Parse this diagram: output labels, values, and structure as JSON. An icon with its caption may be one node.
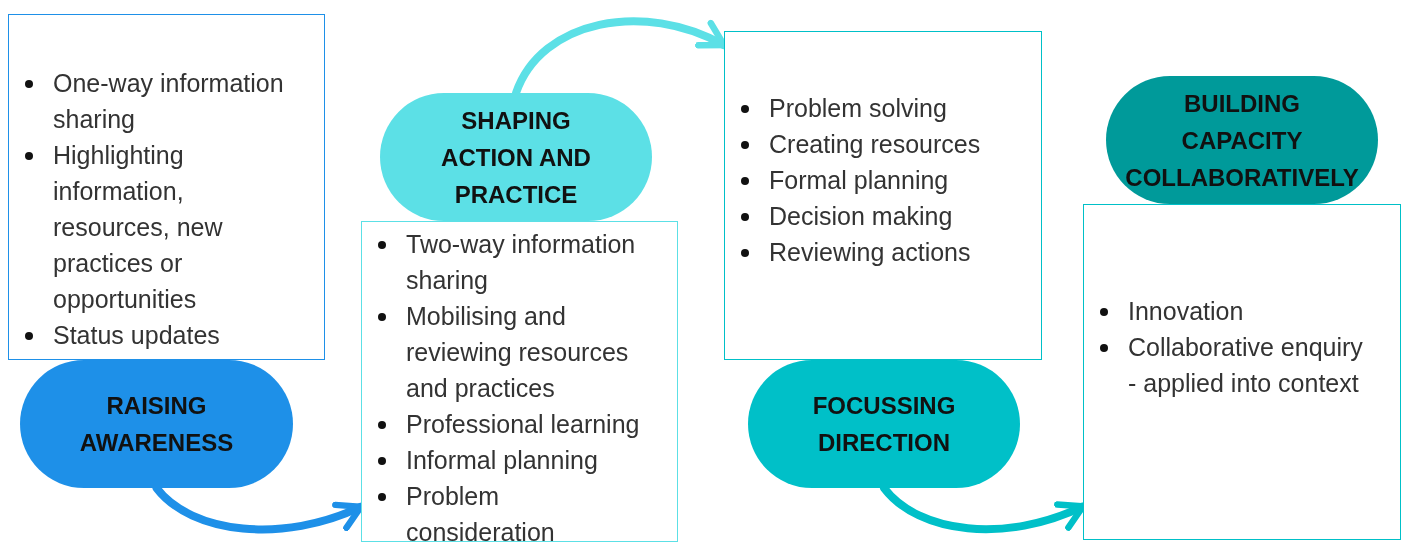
{
  "diagram": {
    "nodes": [
      {
        "text": [
          "One-way information sharing",
          "Highlighting information, resources, new practices or opportunities",
          "Status updates"
        ]
      },
      {
        "text": [
          "RAISING AWARENESS"
        ]
      },
      {
        "text": [
          "SHAPING ACTION AND PRACTICE"
        ]
      },
      {
        "text": [
          "Two-way information sharing",
          "Mobilising and reviewing resources and practices",
          "Professional learning",
          "Informal planning",
          "Problem consideration"
        ]
      },
      {
        "text": [
          "Problem solving",
          "Creating resources",
          "Formal planning",
          "Decision making",
          "Reviewing actions"
        ]
      },
      {
        "text": [
          "FOCUSSING DIRECTION"
        ]
      },
      {
        "text": [
          "BUILDING CAPACITY COLLABORATIVELY"
        ]
      },
      {
        "text": [
          "Innovation",
          "Collaborative enquiry - applied into context"
        ]
      }
    ],
    "edges": [
      {
        "from": 1,
        "to": 3,
        "arrow": "to",
        "color": "#1e90e8"
      },
      {
        "from": 2,
        "to": 4,
        "arrow": "to",
        "color": "#5ce0e6"
      },
      {
        "from": 5,
        "to": 7,
        "arrow": "to",
        "color": "#00c0c8"
      }
    ]
  }
}
